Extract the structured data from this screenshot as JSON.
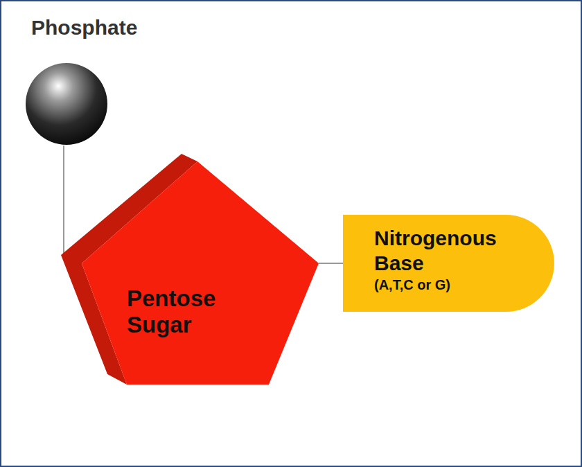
{
  "diagram": {
    "nodes": [
      {
        "text": [
          "Phosphate"
        ]
      },
      {
        "text": [
          "Pentose Sugar"
        ]
      },
      {
        "text": [
          "Nitrogenous Base",
          "(A,T,C or G)"
        ]
      }
    ],
    "edges": [
      {
        "from": 0,
        "to": 1,
        "arrow": "none"
      },
      {
        "from": 1,
        "to": 2,
        "arrow": "none"
      }
    ]
  }
}
